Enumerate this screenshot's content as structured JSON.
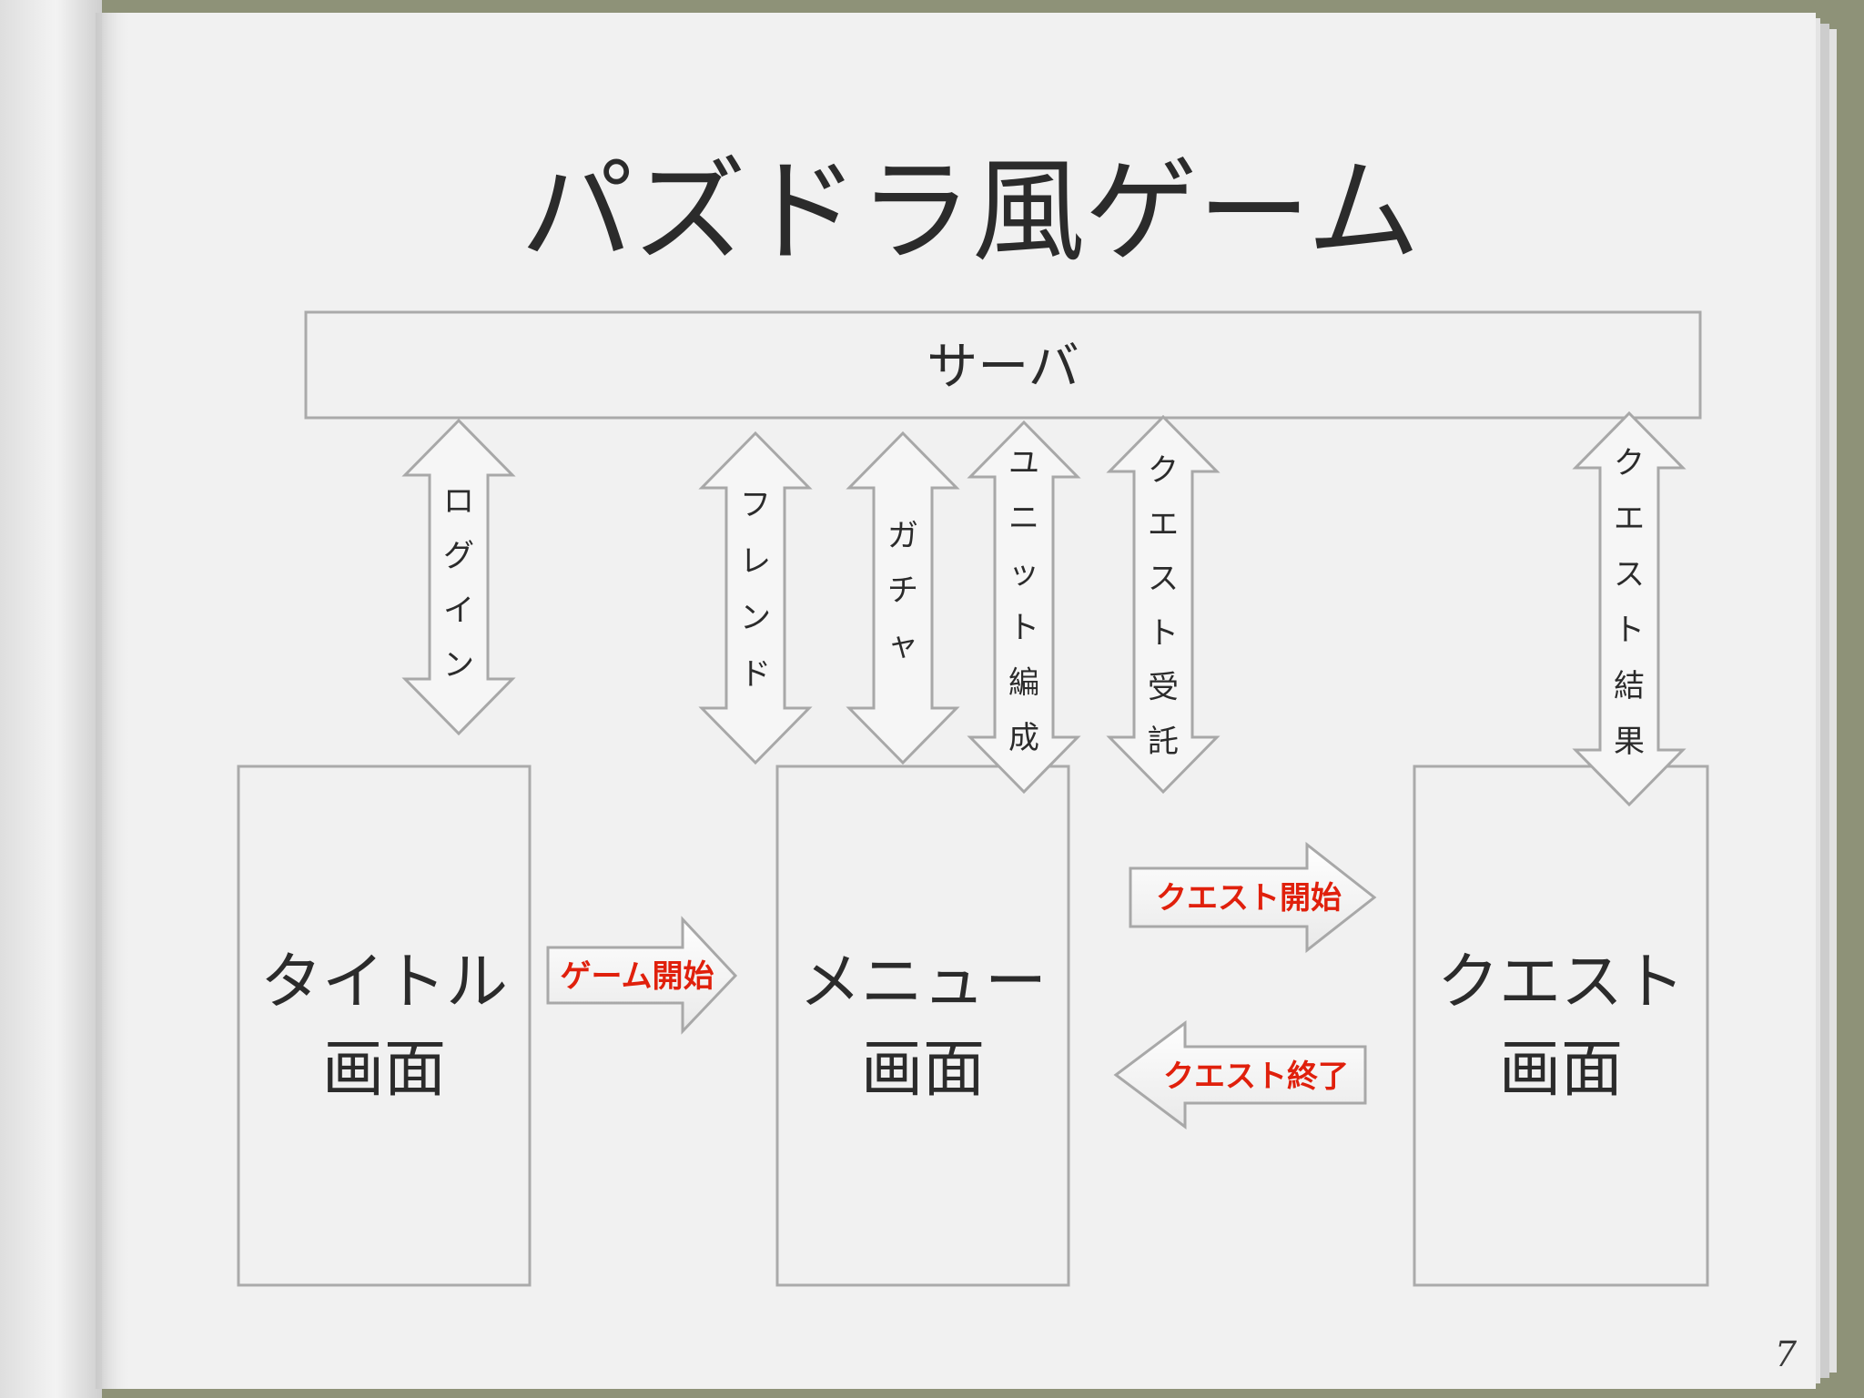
{
  "slide": {
    "title": "パズドラ風ゲーム",
    "page_number": "7"
  },
  "server": {
    "label": "サーバ"
  },
  "screens": {
    "title": [
      "タイトル",
      "画面"
    ],
    "menu": [
      "メニュー",
      "画面"
    ],
    "quest": [
      "クエスト",
      "画面"
    ]
  },
  "server_links": {
    "login": "ログイン",
    "friend": "フレンド",
    "gacha": "ガチャ",
    "unit_formation": "ユニット編成",
    "quest_accept": "クエスト受託",
    "quest_result": "クエスト結果"
  },
  "transitions": {
    "game_start": "ゲーム開始",
    "quest_start": "クエスト開始",
    "quest_end": "クエスト終了"
  },
  "colors": {
    "outer_frame": "#8e9278",
    "page": "#f1f1f1",
    "box_border": "#aaaaaa",
    "arrow_fill": "#f6f6f6",
    "arrow_border": "#a8a8a8",
    "text": "#2b2b2b",
    "transition_text": "#e0200c"
  }
}
